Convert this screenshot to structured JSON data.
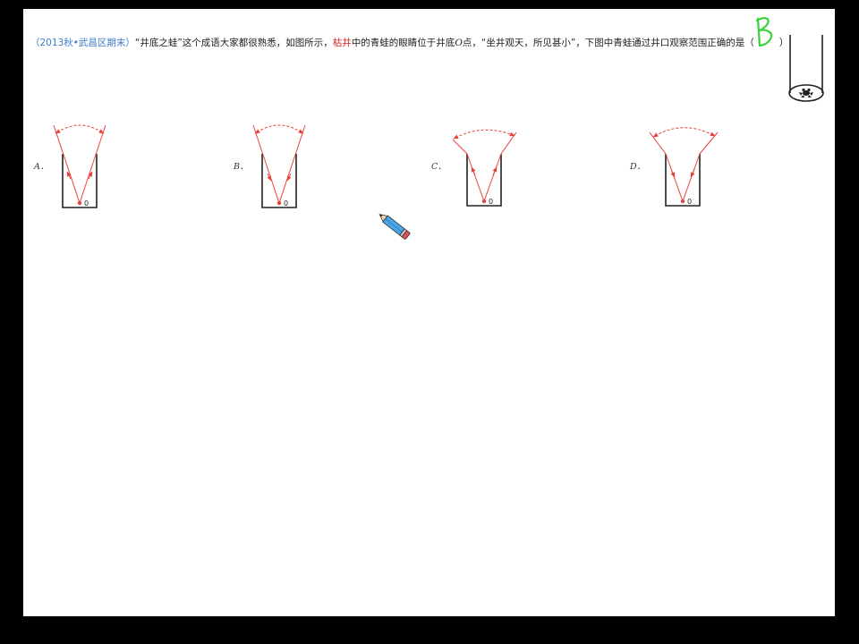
{
  "question": {
    "source": "（2013秋•武昌区期末）",
    "text_1": "“井底之蛙”这个成语大家都很熟悉，如图所示，",
    "highlight": "枯井",
    "text_2": "中的青蛙的眼睛位于井底",
    "point": "O",
    "text_3": "点，“坐井观天，所见甚小”，下图中青蛙通过井口观察范围正确的是（",
    "text_end": "）",
    "handwritten_answer": "B"
  },
  "options": [
    {
      "label": "A．",
      "point_label": "0"
    },
    {
      "label": "B．",
      "point_label": "0"
    },
    {
      "label": "C．",
      "point_label": "0"
    },
    {
      "label": "D．",
      "point_label": "0"
    }
  ],
  "colors": {
    "ray": "#e8413a",
    "source_blue": "#3a7ccc",
    "handwriting_green": "#37d23a",
    "well_outline": "#222222",
    "frame": "#000000"
  },
  "icons": {
    "well": "well-with-frog-icon",
    "pencil": "pencil-cursor-icon"
  }
}
